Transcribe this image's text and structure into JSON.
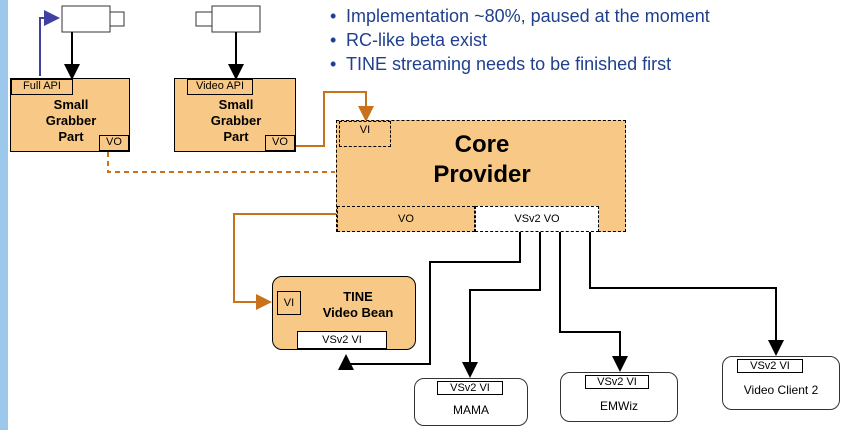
{
  "bullets": [
    "Implementation ~80%, paused at the moment",
    "RC-like beta exist",
    "TINE streaming needs to be finished first"
  ],
  "grabber_full": {
    "api": "Full API",
    "title": "Small\nGrabber\nPart",
    "out": "VO"
  },
  "grabber_video": {
    "api": "Video API",
    "title": "Small\nGrabber\nPart",
    "out": "VO"
  },
  "core": {
    "in": "VI",
    "title_1": "Core",
    "title_2": "Provider",
    "out_vo": "VO",
    "out_vsv2": "VSv2 VO"
  },
  "tine": {
    "in": "VI",
    "title_1": "TINE",
    "title_2": "Video Bean",
    "in_vsv2": "VSv2 VI"
  },
  "clients": [
    {
      "tag": "VSv2 VI",
      "name": "MAMA"
    },
    {
      "tag": "VSv2 VI",
      "name": "EMWiz"
    },
    {
      "tag": "VSv2 VI",
      "name": "Video Client 2"
    }
  ],
  "colors": {
    "orange_fill": "#f8c986",
    "orange_line": "#c8731c",
    "blue_line": "#4040a0",
    "bullet_text": "#1f3f8f"
  }
}
